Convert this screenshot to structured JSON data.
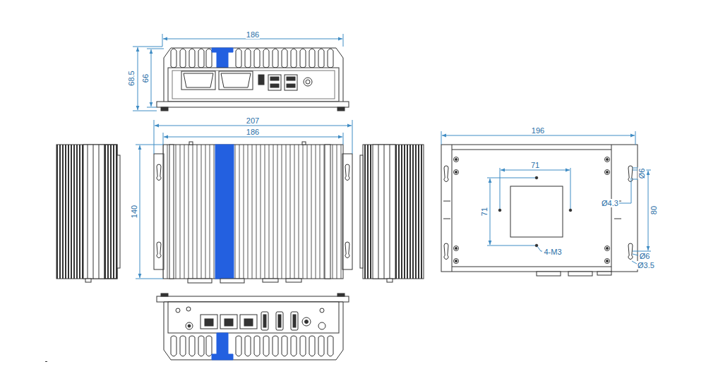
{
  "diagram": {
    "labels": [
      "186",
      "68.5",
      "66",
      "207",
      "186",
      "140",
      "196",
      "71",
      "71",
      "4-M3",
      "Ø6",
      "Ø4.3",
      "80",
      "Ø6",
      "Ø3.5"
    ]
  }
}
